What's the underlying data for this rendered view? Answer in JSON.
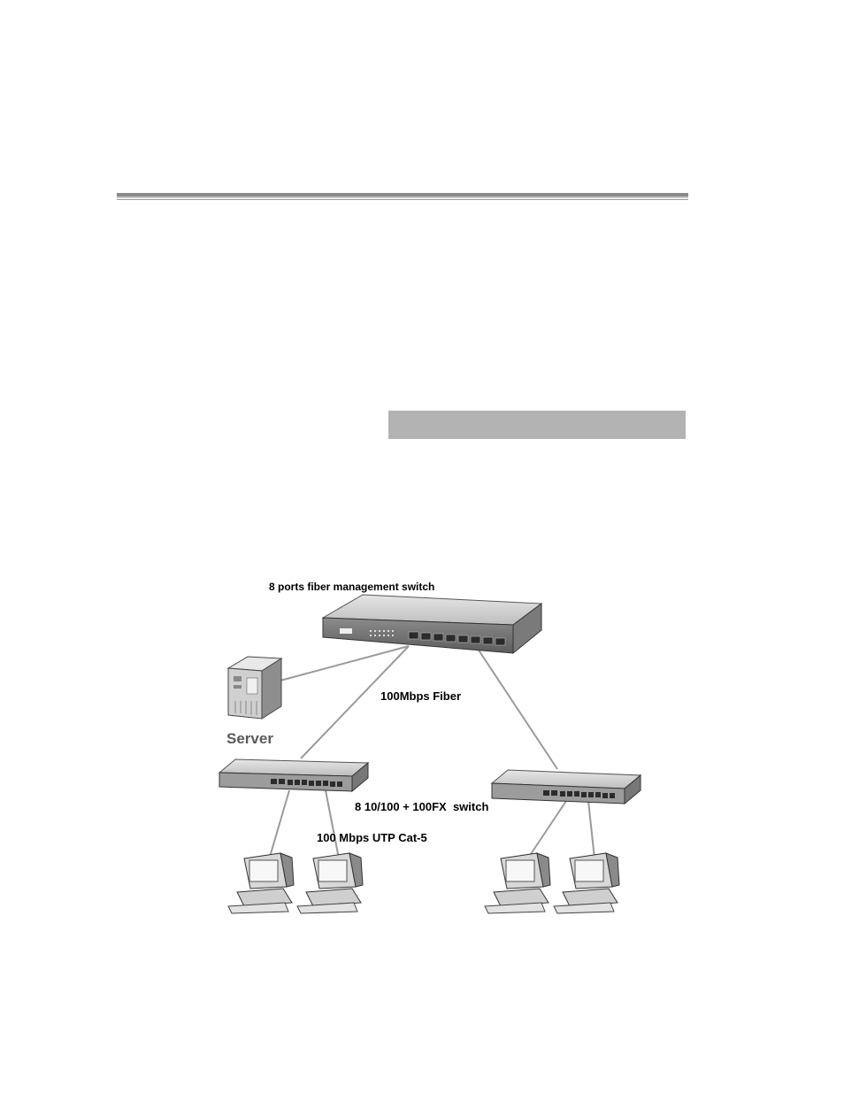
{
  "labels": {
    "main_switch": "8 ports fiber management switch",
    "fiber_link": "100Mbps Fiber",
    "server": "Server",
    "edge_switch": "8 10/100 + 100FX  switch",
    "utp_link": "100 Mbps UTP Cat-5"
  },
  "colors": {
    "rule": "#8a8a8a",
    "highlight_box": "#b3b3b3",
    "device_fill": "#d9d9d9",
    "cable": "#9a9a9a"
  }
}
